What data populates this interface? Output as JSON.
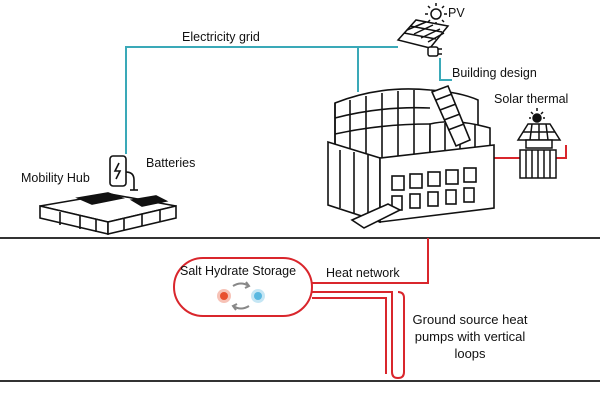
{
  "labels": {
    "pv": "PV",
    "electricity_grid": "Electricity grid",
    "building_design": "Building design",
    "solar_thermal": "Solar thermal",
    "batteries": "Batteries",
    "mobility_hub": "Mobility Hub",
    "salt_hydrate_storage": "Salt Hydrate Storage",
    "heat_network": "Heat network",
    "ground_source": "Ground source heat pumps with vertical loops"
  },
  "colors": {
    "grid_line": "#3aa9b8",
    "heat_line": "#d9262c",
    "hot_dot": "#e8502f",
    "cold_dot": "#5ab8e0",
    "ground_line": "#333333",
    "ink": "#111111"
  },
  "icons": [
    "sun-icon",
    "solar-panel-icon",
    "plug-icon",
    "ev-charger-icon",
    "arrows-cycle-icon"
  ]
}
